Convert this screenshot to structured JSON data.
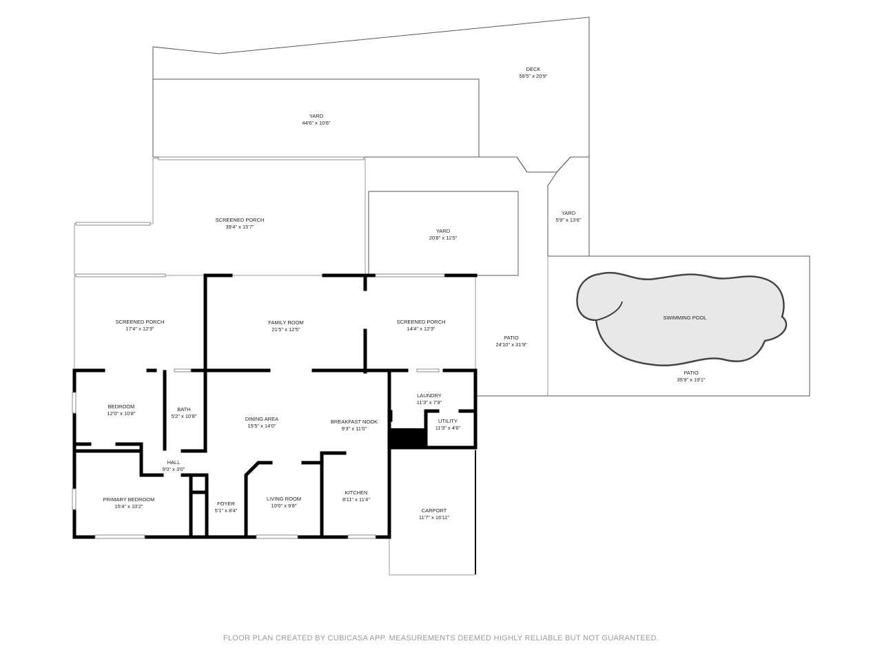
{
  "rooms": {
    "deck": {
      "name": "DECK",
      "size": "58'5\" x 20'9\""
    },
    "yard_top": {
      "name": "YARD",
      "size": "44'6\" x 10'6\""
    },
    "screened_porch_main": {
      "name": "SCREENED PORCH",
      "size": "39'4\" x 15'7\""
    },
    "yard_middle": {
      "name": "YARD",
      "size": "20'8\" x 11'5\""
    },
    "yard_right": {
      "name": "YARD",
      "size": "5'9\" x 13'6\""
    },
    "screened_porch_left": {
      "name": "SCREENED PORCH",
      "size": "17'4\" x 12'3\""
    },
    "family_room": {
      "name": "FAMILY ROOM",
      "size": "21'5\" x 12'5\""
    },
    "screened_porch_right": {
      "name": "SCREENED PORCH",
      "size": "14'4\" x 12'3\""
    },
    "patio_left": {
      "name": "PATIO",
      "size": "24'10\" x 31'9\""
    },
    "swimming_pool": {
      "name": "SWIMMING POOL"
    },
    "patio_pool": {
      "name": "PATIO",
      "size": "35'9\" x 19'1\""
    },
    "bedroom": {
      "name": "BEDROOM",
      "size": "12'0\" x 10'8\""
    },
    "bath": {
      "name": "BATH",
      "size": "5'2\" x 10'8\""
    },
    "dining_area": {
      "name": "DINING AREA",
      "size": "15'5\" x 14'0\""
    },
    "breakfast_nook": {
      "name": "BREAKFAST NOOK",
      "size": "9'3\" x 11'0\""
    },
    "laundry": {
      "name": "LAUNDRY",
      "size": "11'3\" x 7'9\""
    },
    "utility": {
      "name": "UTILITY",
      "size": "11'3\" x 4'6\""
    },
    "hall": {
      "name": "HALL",
      "size": "9'0\" x 3'0\""
    },
    "primary_bedroom": {
      "name": "PRIMARY BEDROOM",
      "size": "15'4\" x 10'2\""
    },
    "foyer": {
      "name": "FOYER",
      "size": "5'1\" x 8'4\""
    },
    "living_room": {
      "name": "LIVING ROOM",
      "size": "10'0\" x 9'8\""
    },
    "kitchen": {
      "name": "KITCHEN",
      "size": "8'11\" x 11'4\""
    },
    "carport": {
      "name": "CARPORT",
      "size": "11'7\" x 16'11\""
    }
  },
  "footer": "FLOOR PLAN CREATED BY CUBICASA APP. MEASUREMENTS DEEMED HIGHLY RELIABLE BUT NOT GUARANTEED.",
  "colors": {
    "wall": "#000000",
    "pool": "#e8e8e8",
    "footer": "#9a9a9a"
  }
}
